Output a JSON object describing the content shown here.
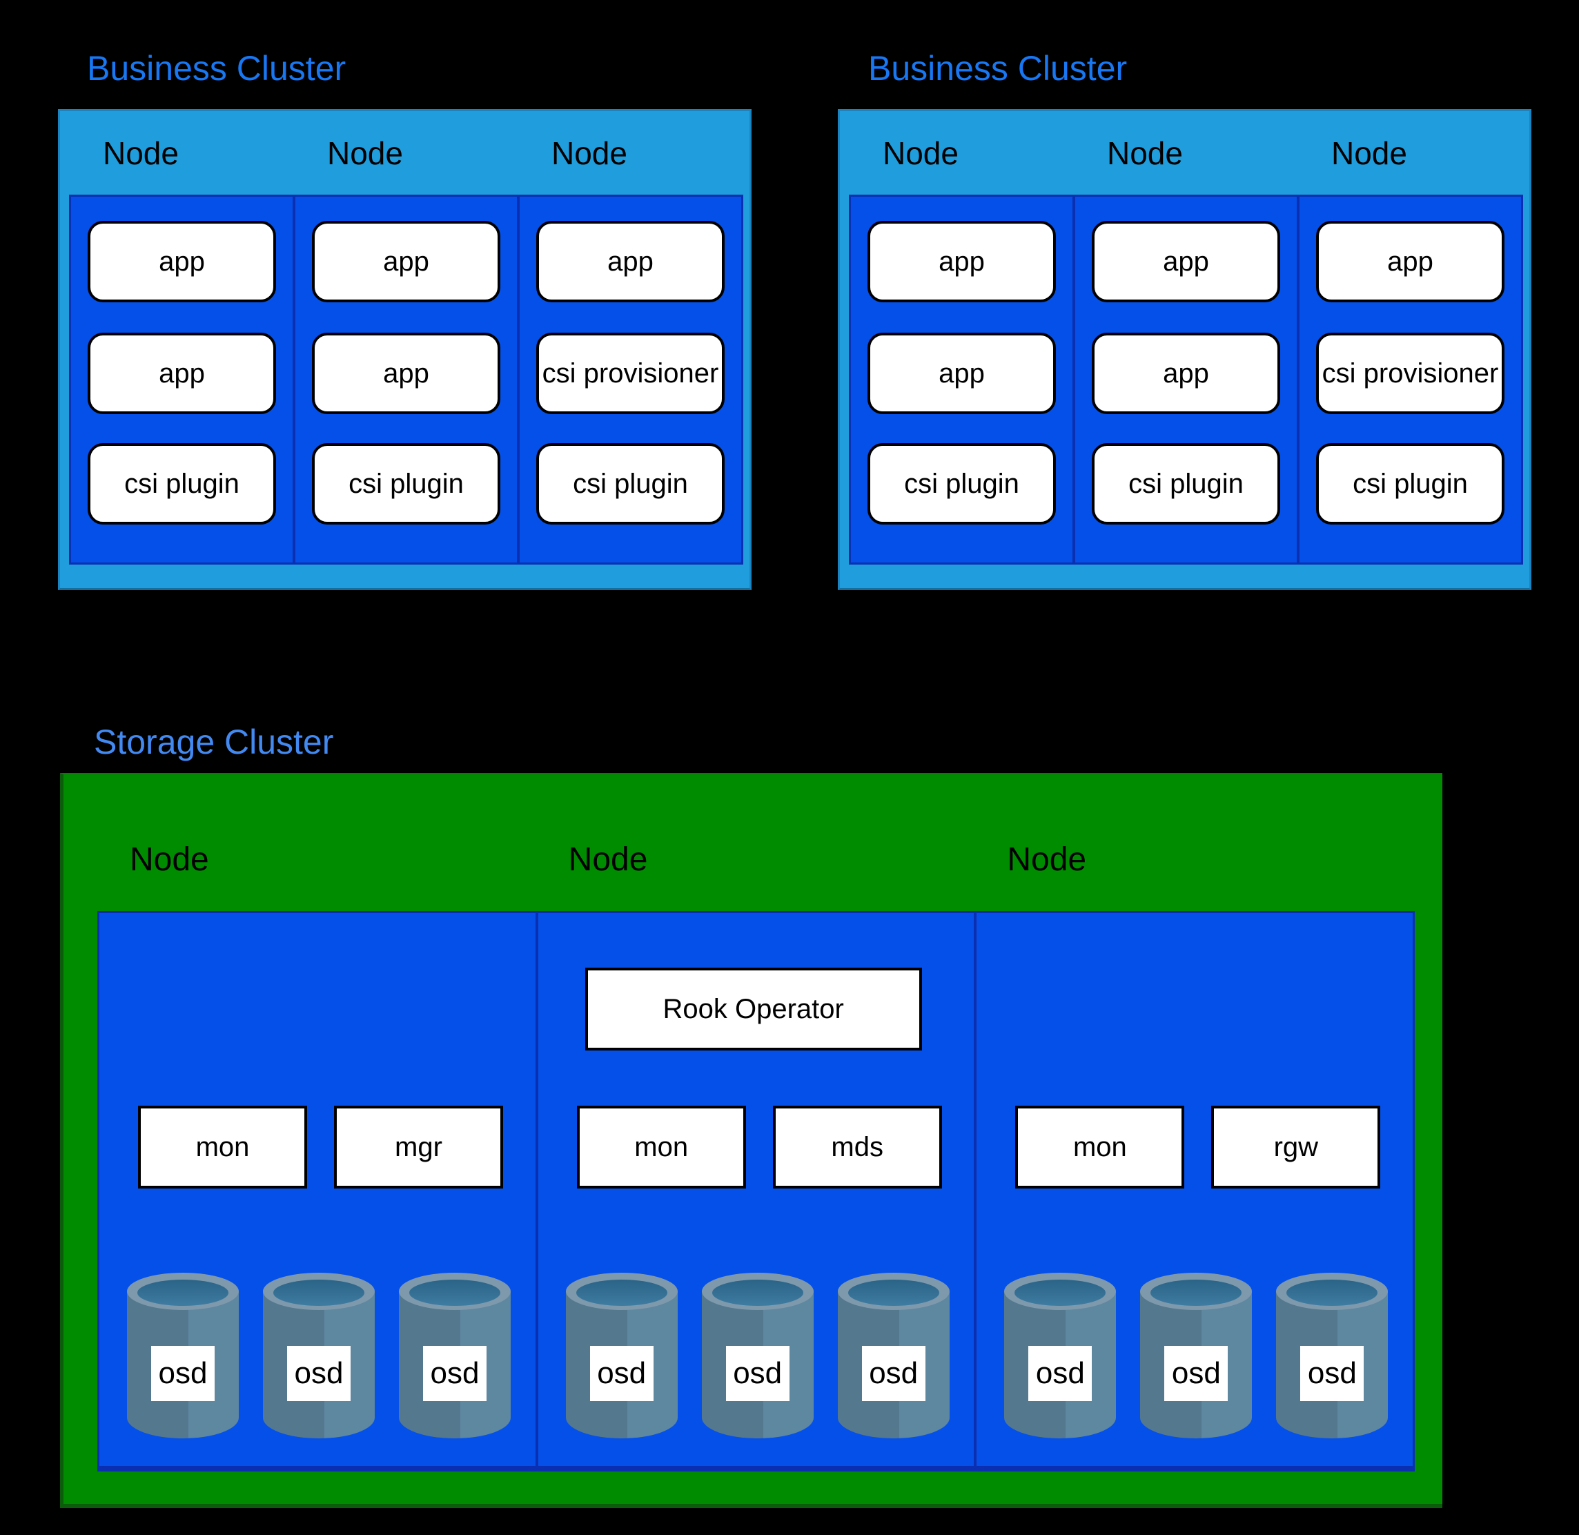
{
  "business_clusters": [
    {
      "title": "Business Cluster",
      "nodes": [
        {
          "label": "Node",
          "pods": [
            "app",
            "app",
            "csi plugin"
          ]
        },
        {
          "label": "Node",
          "pods": [
            "app",
            "app",
            "csi plugin"
          ]
        },
        {
          "label": "Node",
          "pods": [
            "app",
            "csi provisioner",
            "csi plugin"
          ]
        }
      ]
    },
    {
      "title": "Business Cluster",
      "nodes": [
        {
          "label": "Node",
          "pods": [
            "app",
            "app",
            "csi plugin"
          ]
        },
        {
          "label": "Node",
          "pods": [
            "app",
            "app",
            "csi plugin"
          ]
        },
        {
          "label": "Node",
          "pods": [
            "app",
            "csi provisioner",
            "csi plugin"
          ]
        }
      ]
    }
  ],
  "storage_cluster": {
    "title": "Storage Cluster",
    "nodes": [
      {
        "label": "Node",
        "daemons": [
          "mon",
          "mgr"
        ],
        "osds": [
          "osd",
          "osd",
          "osd"
        ]
      },
      {
        "label": "Node",
        "operator": "Rook Operator",
        "daemons": [
          "mon",
          "mds"
        ],
        "osds": [
          "osd",
          "osd",
          "osd"
        ]
      },
      {
        "label": "Node",
        "daemons": [
          "mon",
          "rgw"
        ],
        "osds": [
          "osd",
          "osd",
          "osd"
        ]
      }
    ]
  },
  "colors": {
    "background": "#000000",
    "business_title": "#1877f2",
    "storage_title": "#4289f2",
    "cluster_box": "#209ddd",
    "node_box": "#0550e8",
    "node_border": "#0a2fb0",
    "storage_green": "#008c00",
    "pod_fill": "#ffffff",
    "pod_border": "#000000",
    "cylinder_dark": "#54788e",
    "cylinder_light": "#5e87a0",
    "cylinder_rim": "#7e99ac",
    "cylinder_hole": "#2a6386"
  }
}
